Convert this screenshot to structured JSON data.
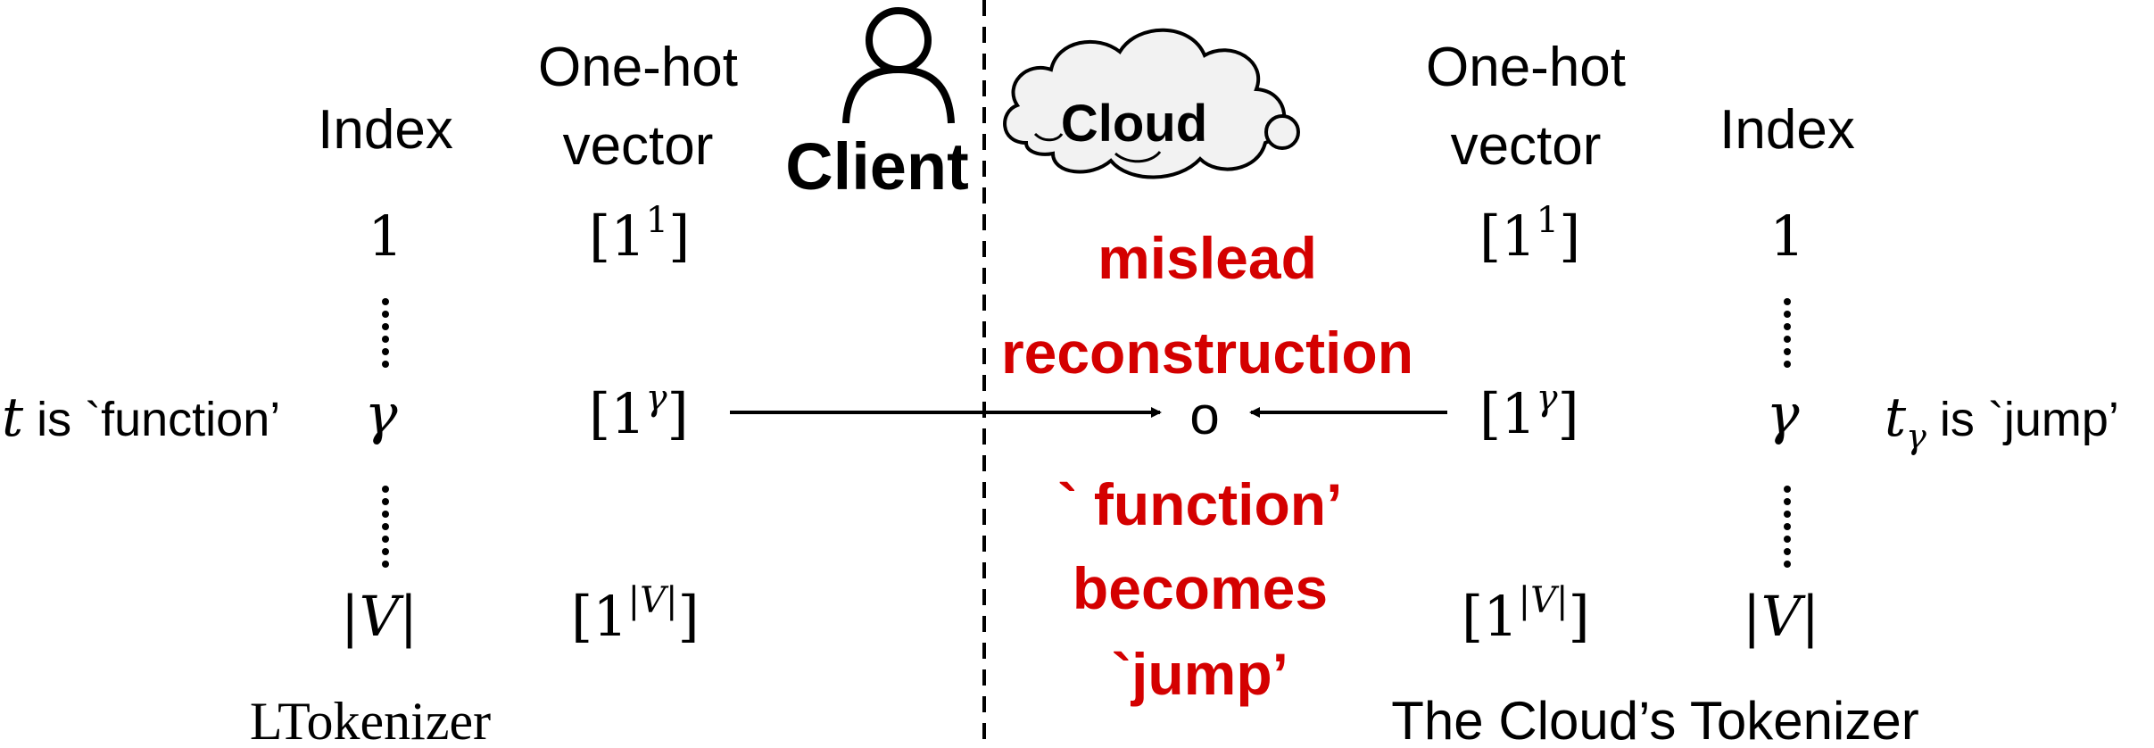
{
  "client": {
    "label": "Client",
    "index_header": "Index",
    "vector_header_line1": "One-hot",
    "vector_header_line2": "vector",
    "index_first": "1",
    "index_mid": "γ",
    "index_last": "|V|",
    "vec_first_base": "[1",
    "vec_first_sup": "1",
    "vec_mid_base": "[1",
    "vec_mid_sup": "γ",
    "vec_last_base": "[1",
    "vec_last_sup": "|V|",
    "vec_close": "]",
    "token_var": "t",
    "token_text": " is `function’",
    "tokenizer_name": "LTokenizer"
  },
  "cloud": {
    "label": "Cloud",
    "index_header": "Index",
    "vector_header_line1": "One-hot",
    "vector_header_line2": "vector",
    "index_first": "1",
    "index_mid": "γ",
    "index_last": "|V|",
    "vec_first_base": "[1",
    "vec_first_sup": "1",
    "vec_mid_base": "[1",
    "vec_mid_sup": "γ",
    "vec_last_base": "[1",
    "vec_last_sup": "|V|",
    "vec_close": "]",
    "token_var": "t",
    "token_sub": "γ",
    "token_text": " is `jump’",
    "tokenizer_name": "The Cloud’s Tokenizer"
  },
  "center": {
    "line1": "mislead",
    "line2": "reconstruction",
    "node": "o",
    "line3": "` function’",
    "line4": "becomes",
    "line5": "`jump’"
  },
  "colors": {
    "accent": "#d40000",
    "ink": "#000000",
    "cloud_fill": "#f2f2f2"
  }
}
